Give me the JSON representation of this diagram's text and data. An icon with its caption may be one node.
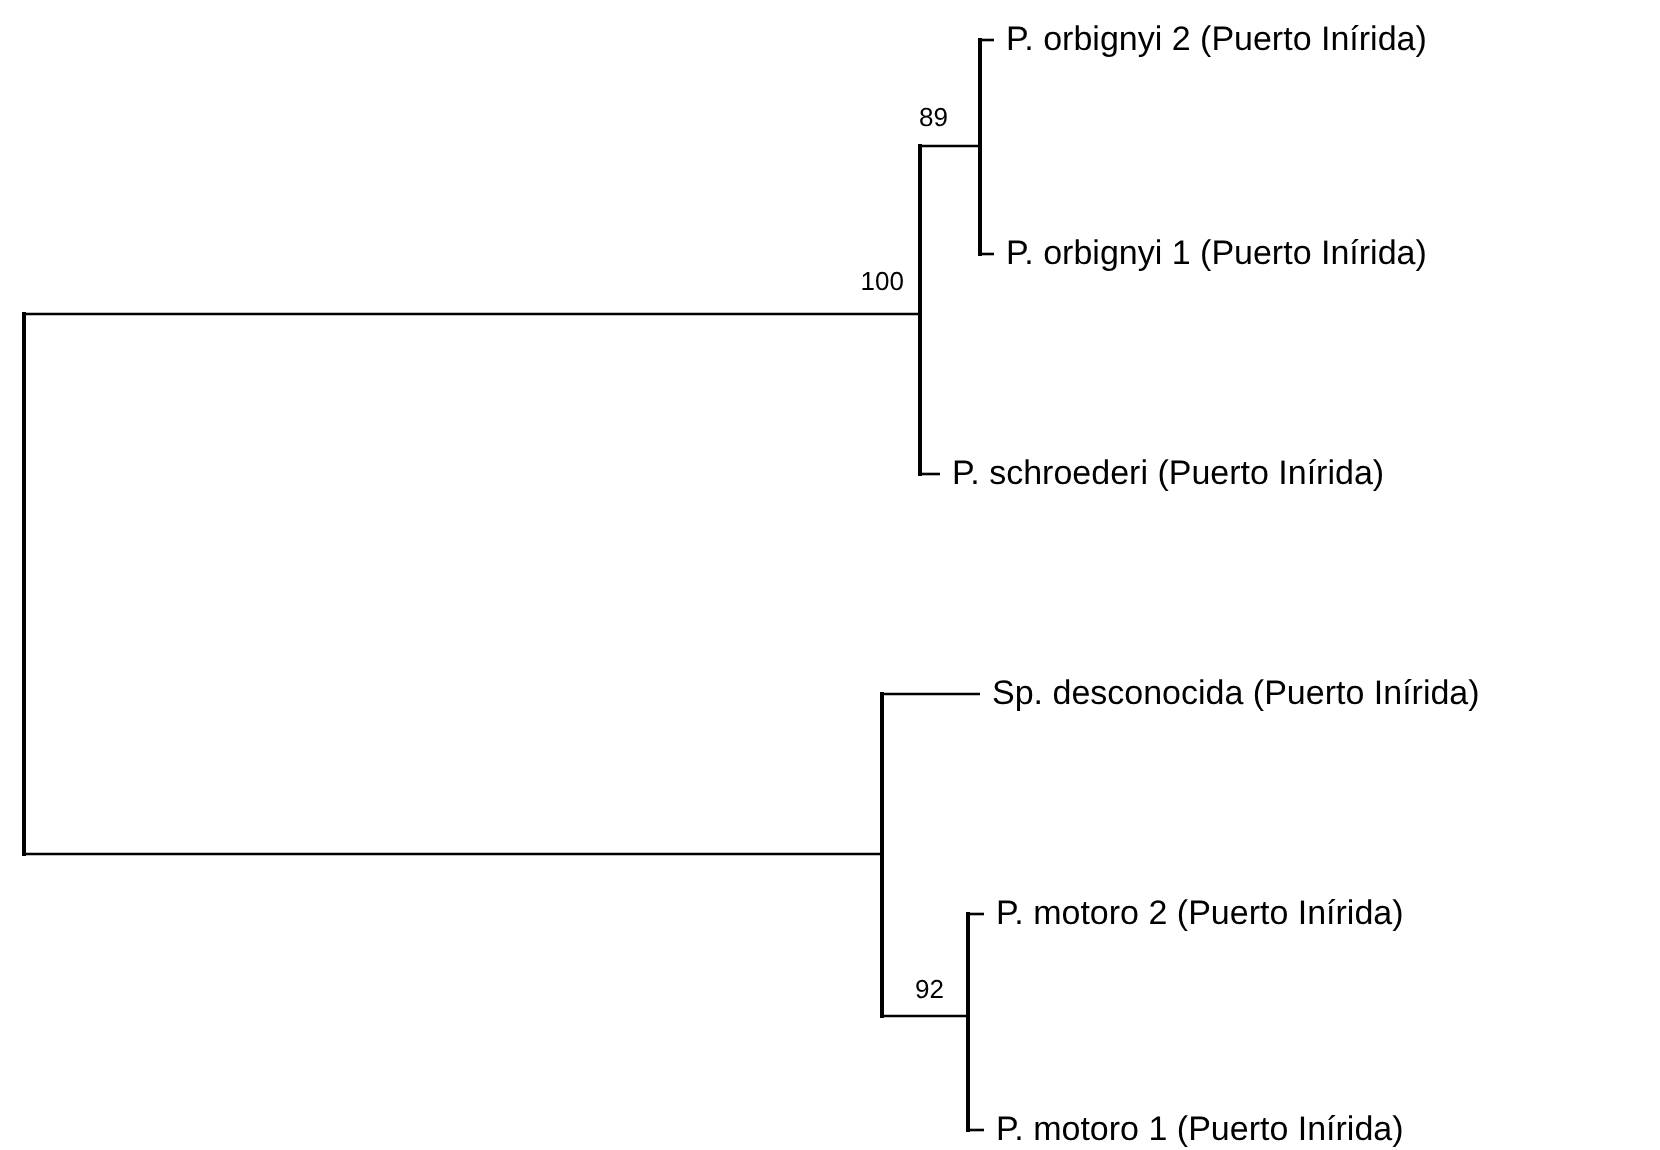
{
  "diagram": {
    "nodes": [
      {
        "text": [],
        "shape": "bar"
      },
      {
        "text": [],
        "shape": "bar",
        "beside": [
          "100"
        ]
      },
      {
        "text": [],
        "shape": "bar",
        "beside": [
          "89"
        ]
      },
      {
        "text": [
          "P. orbignyi 2 (Puerto Inírida)"
        ]
      },
      {
        "text": [
          "P. orbignyi 1 (Puerto Inírida)"
        ]
      },
      {
        "text": [
          "P. schroederi (Puerto Inírida)"
        ]
      },
      {
        "text": [],
        "shape": "bar"
      },
      {
        "text": [
          "Sp. desconocida (Puerto Inírida)"
        ]
      },
      {
        "text": [],
        "shape": "bar",
        "beside": [
          "92"
        ]
      },
      {
        "text": [
          "P. motoro 2 (Puerto Inírida)"
        ]
      },
      {
        "text": [
          "P. motoro 1 (Puerto Inírida)"
        ]
      }
    ],
    "edges": [
      {
        "from": 0,
        "to": 1,
        "arrow": "none"
      },
      {
        "from": 0,
        "to": 6,
        "arrow": "none"
      },
      {
        "from": 1,
        "to": 2,
        "arrow": "none"
      },
      {
        "from": 1,
        "to": 5,
        "arrow": "none"
      },
      {
        "from": 2,
        "to": 3,
        "arrow": "none"
      },
      {
        "from": 2,
        "to": 4,
        "arrow": "none"
      },
      {
        "from": 6,
        "to": 7,
        "arrow": "none"
      },
      {
        "from": 6,
        "to": 8,
        "arrow": "none"
      },
      {
        "from": 8,
        "to": 9,
        "arrow": "none"
      },
      {
        "from": 8,
        "to": 10,
        "arrow": "none"
      }
    ]
  }
}
